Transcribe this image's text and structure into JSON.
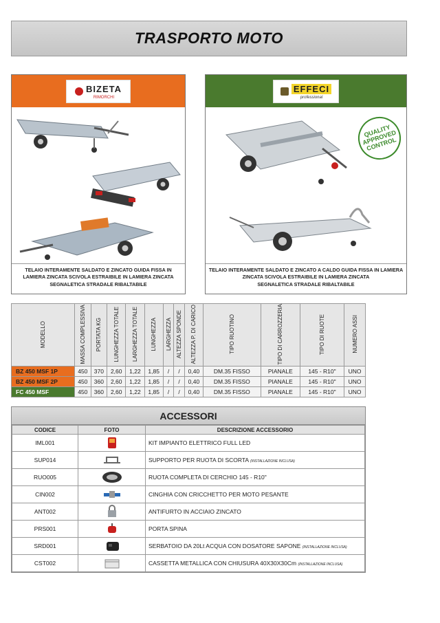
{
  "page": {
    "title": "TRASPORTO MOTO"
  },
  "brands": [
    {
      "logo_name": "BIZETA",
      "logo_sub": "RIMORCHI",
      "header_color": "#e86d1f",
      "caption_lines": [
        "TELAIO INTERAMENTE SALDATO E ZINCATO GUIDA FISSA IN",
        "LAMIERA ZINCATA SCIVOLA ESTRAIBILE IN LAMIERA ZINCATA",
        "SEGNALETICA STRADALE RIBALTABILE"
      ]
    },
    {
      "logo_name": "EFFECI",
      "logo_sub": "professional",
      "header_color": "#4a7a2e",
      "seal_text": "QUALITY APPROVED CONTROL",
      "caption_lines": [
        "TELAIO INTERAMENTE SALDATO E ZINCATO A CALDO GUIDA FISSA IN LAMIERA",
        "ZINCATA SCIVOLA ESTRAIBILE IN LAMIERA ZINCATA",
        "SEGNALETICA STRADALE RIBALTABILE"
      ]
    }
  ],
  "specs": {
    "headers": [
      "MODELLO",
      "MASSA COMPLESSIVA",
      "PORTATA KG",
      "LUNGHEZZA TOTALE",
      "LARGHEZZA TOTALE",
      "LUNGHEZZA",
      "LARGHEZZA",
      "ALTEZZA SPONDE",
      "ALTEZZA P. DI CARICO",
      "TIPO RUOTINO",
      "TIPO DI CARROZZERIA",
      "TIPO DI RUOTE",
      "NUMERO ASSI"
    ],
    "rows": [
      [
        "BZ 450 MSF 1P",
        "450",
        "370",
        "2,60",
        "1,22",
        "1,85",
        "/",
        "/",
        "0,40",
        "DM.35 FISSO",
        "PIANALE",
        "145 - R10\"",
        "UNO"
      ],
      [
        "BZ 450 MSF 2P",
        "450",
        "360",
        "2,60",
        "1,22",
        "1,85",
        "/",
        "/",
        "0,40",
        "DM.35 FISSO",
        "PIANALE",
        "145 - R10\"",
        "UNO"
      ],
      [
        "FC 450 MSF",
        "450",
        "360",
        "2,60",
        "1,22",
        "1,85",
        "/",
        "/",
        "0,40",
        "DM.35 FISSO",
        "PIANALE",
        "145 - R10\"",
        "UNO"
      ]
    ]
  },
  "accessori": {
    "title": "ACCESSORI",
    "headers": {
      "code": "CODICE",
      "photo": "FOTO",
      "desc": "DESCRIZIONE ACCESSORIO"
    },
    "items": [
      {
        "code": "IML001",
        "desc": "KIT IMPIANTO ELETTRICO FULL LED",
        "note": "",
        "icon": "led-light-icon"
      },
      {
        "code": "SUP014",
        "desc": "SUPPORTO PER RUOTA DI SCORTA",
        "note": "(INSTALLAZIONE INCLUSA)",
        "icon": "spare-wheel-support-icon"
      },
      {
        "code": "RUO005",
        "desc": "RUOTA COMPLETA DI CERCHIO 145 - R10\"",
        "note": "",
        "icon": "wheel-icon"
      },
      {
        "code": "CIN002",
        "desc": "CINGHIA CON CRICCHETTO PER MOTO PESANTE",
        "note": "",
        "icon": "ratchet-strap-icon"
      },
      {
        "code": "ANT002",
        "desc": "ANTIFURTO IN ACCIAIO ZINCATO",
        "note": "",
        "icon": "lock-icon"
      },
      {
        "code": "PRS001",
        "desc": "PORTA SPINA",
        "note": "",
        "icon": "plug-holder-icon"
      },
      {
        "code": "SRD001",
        "desc": "SERBATOIO DA 20Lt ACQUA CON DOSATORE SAPONE",
        "note": "(INSTALLAZIONE INCLUSA)",
        "icon": "water-tank-icon"
      },
      {
        "code": "CST002",
        "desc": "CASSETTA METALLICA CON CHIUSURA 40X30X30Cm",
        "note": "(INSTALLAZIONE INCLUSA)",
        "icon": "metal-box-icon"
      }
    ]
  }
}
